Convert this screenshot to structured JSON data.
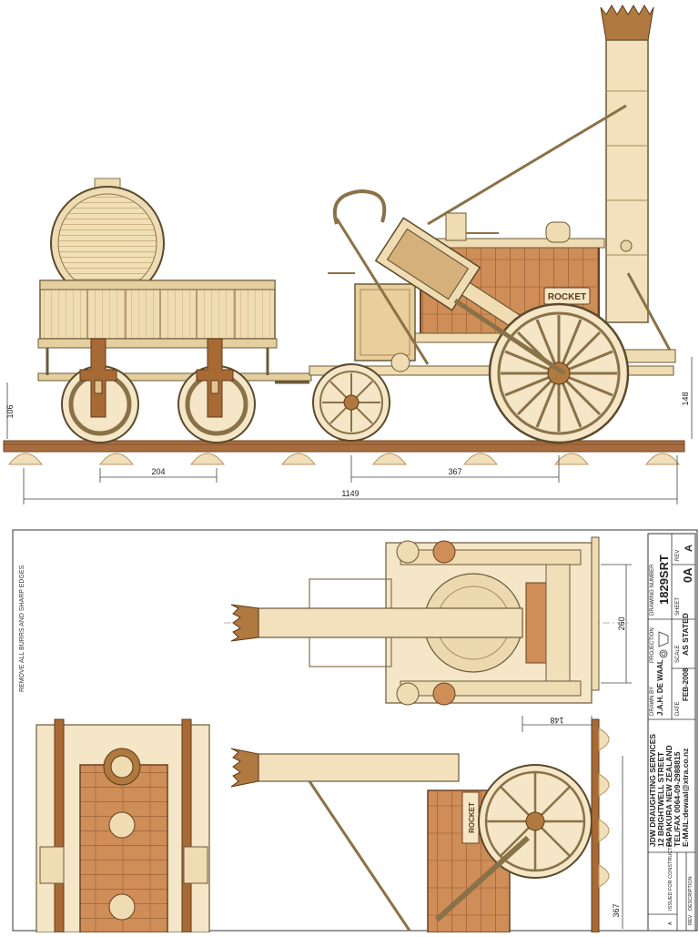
{
  "side_view": {
    "dimensions": {
      "height_rear": "106",
      "wheel_spacing": "204",
      "loco_wheelbase": "367",
      "overall_length": "1149",
      "height_front": "148"
    },
    "nameplate": "ROCKET"
  },
  "top_view": {
    "dimensions": {
      "width": "260"
    }
  },
  "front_view": {
    "dimensions": {
      "width": "148",
      "height": "367"
    },
    "nameplate": "ROCKET"
  },
  "margin_note": "REMOVE ALL BURRS AND SHARP EDGES",
  "title_block": {
    "company_lines": [
      "JDW DRAUGHTING SERVICES",
      "12 BRIGHTWELL STREET",
      "PAPAKURA NEW ZEALAND",
      "TEL/FAX 0064-09-2988815",
      "E-MAIL:dewaal@xtra.co.nz"
    ],
    "drawn_by_label": "DRAWN BY",
    "drawn_by": "J.A.H. DE WAAL",
    "date_label": "DATE",
    "date": "FEB-2008",
    "projection_label": "PROJECTION",
    "scale_label": "SCALE",
    "scale": "AS STATED",
    "drawing_number_label": "DRAWING NUMBER",
    "drawing_number": "1829SRT",
    "sheet_label": "SHEET",
    "sheet": "0A",
    "rev_label": "REV",
    "rev": "A",
    "revision_row": {
      "rev": "A",
      "description": "ISSUED FOR CONSTRUCTION"
    },
    "rev_col_label": "REV",
    "description_col_label": "DESCRIPTION"
  },
  "colors": {
    "wood": "#e9d3a8",
    "wood_dark": "#c9975c",
    "barrel": "#b56f3c",
    "brass": "#8a5a2b",
    "rail": "#a0663a",
    "line": "#6b5a3a"
  }
}
